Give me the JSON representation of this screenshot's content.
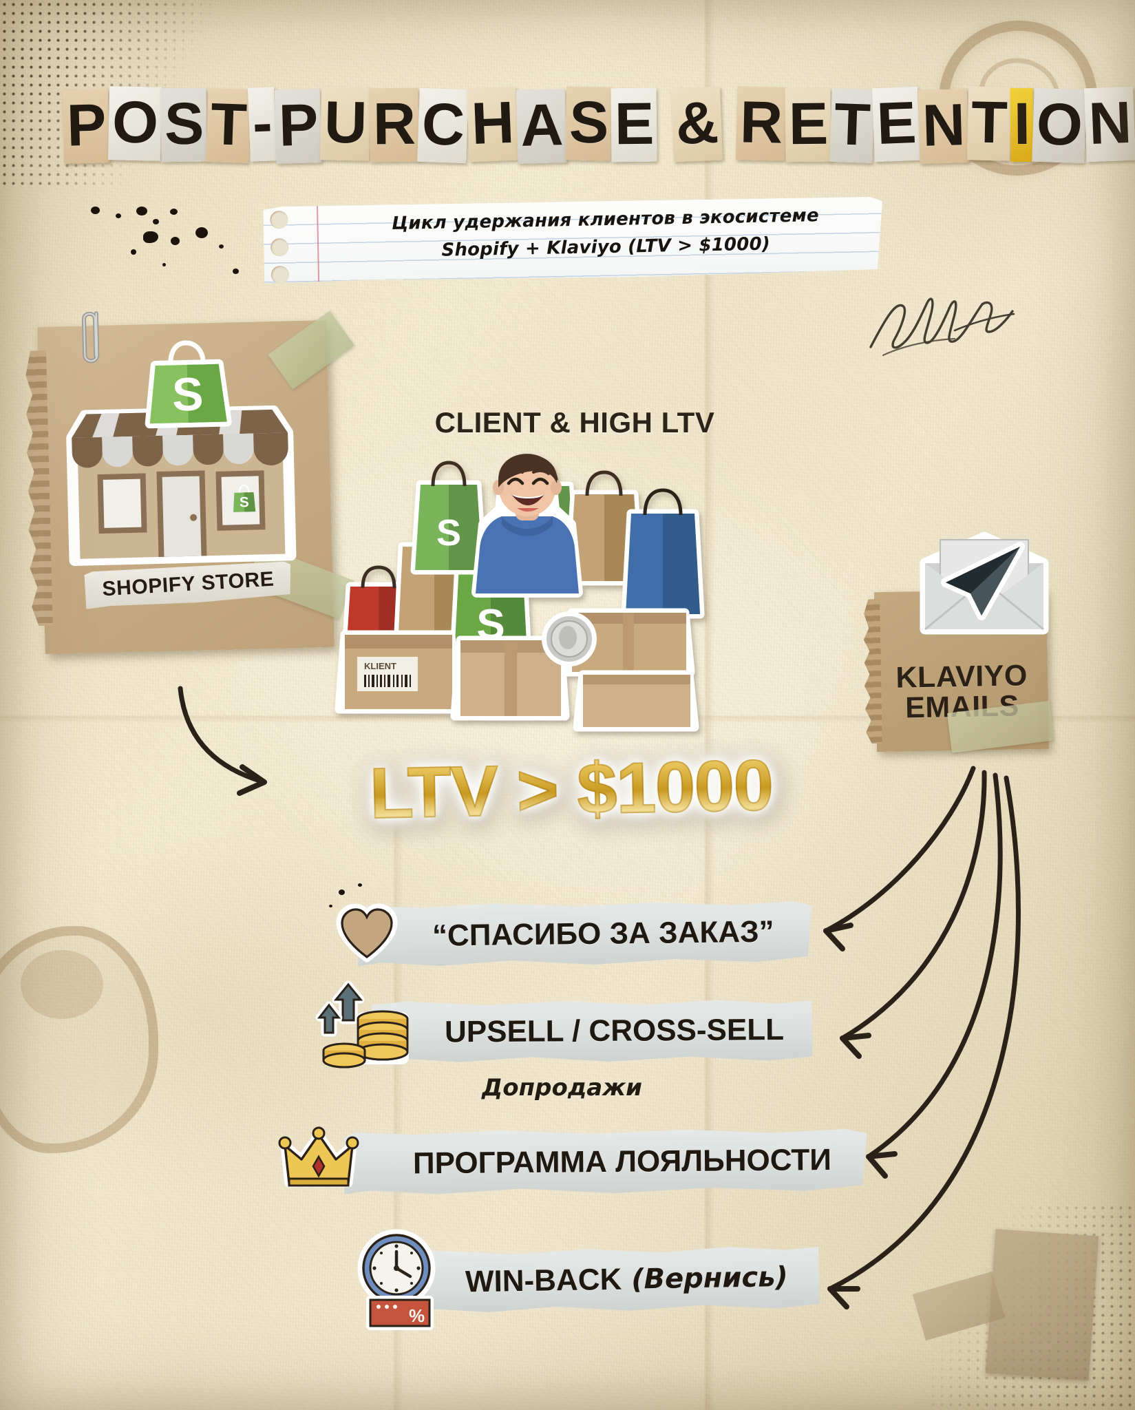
{
  "poster": {
    "title_text": "POST-PURCHASE & RETENTION",
    "title_letters": [
      {
        "ch": "P",
        "paper": "p1"
      },
      {
        "ch": "O",
        "paper": "p2"
      },
      {
        "ch": "S",
        "paper": "p0"
      },
      {
        "ch": "T",
        "paper": "p1"
      },
      {
        "ch": "-",
        "paper": "p2"
      },
      {
        "ch": "P",
        "paper": "p0"
      },
      {
        "ch": "U",
        "paper": "p3"
      },
      {
        "ch": "R",
        "paper": "p1"
      },
      {
        "ch": "C",
        "paper": "p2"
      },
      {
        "ch": "H",
        "paper": "p3"
      },
      {
        "ch": "A",
        "paper": "p0"
      },
      {
        "ch": "S",
        "paper": "p1"
      },
      {
        "ch": "E",
        "paper": "p2"
      },
      {
        "ch": " ",
        "paper": "sp"
      },
      {
        "ch": "&",
        "paper": "p3"
      },
      {
        "ch": " ",
        "paper": "sp"
      },
      {
        "ch": "R",
        "paper": "p1"
      },
      {
        "ch": "E",
        "paper": "p3"
      },
      {
        "ch": "T",
        "paper": "p0"
      },
      {
        "ch": "E",
        "paper": "p2"
      },
      {
        "ch": "N",
        "paper": "p1"
      },
      {
        "ch": "T",
        "paper": "p3"
      },
      {
        "ch": "I",
        "paper": "hl"
      },
      {
        "ch": "O",
        "paper": "p0"
      },
      {
        "ch": "N",
        "paper": "p2"
      }
    ],
    "subtitle_line1": "Цикл удержания клиентов в экосистеме",
    "subtitle_line2": "Shopify + Klaviyo (LTV > $1000)",
    "shopify_card_label": "SHOPIFY STORE",
    "client_heading": "CLIENT & HIGH LTV",
    "ltv_badge": "LTV > $1000",
    "klaviyo_line1": "KLAVIYO",
    "klaviyo_line2": "EMAILS",
    "upsell_caption": "Допродажи",
    "steps": [
      {
        "id": "thank-you",
        "label": "“СПАСИБО ЗА ЗАКАЗ”",
        "suffix": "",
        "icon": "heart-icon"
      },
      {
        "id": "upsell-cross-sell",
        "label": "UPSELL / CROSS-SELL",
        "suffix": "",
        "icon": "coins-up-arrows-icon"
      },
      {
        "id": "loyalty-program",
        "label": "ПРОГРАММА ЛОЯЛЬНОСТИ",
        "suffix": "",
        "icon": "crown-icon"
      },
      {
        "id": "win-back",
        "label": "WIN-BACK",
        "suffix": "(Вернись)",
        "icon": "clock-coupon-icon"
      }
    ],
    "colors": {
      "paper_base": "#f1e8cf",
      "ink_dark": "#211a12",
      "gold": "#c99a22",
      "shopify_green": "#7ab55c",
      "highlight_yellow": "#f2d23c",
      "strip_gray": "#dadedd",
      "kraft_brown": "#c6ab84"
    }
  }
}
